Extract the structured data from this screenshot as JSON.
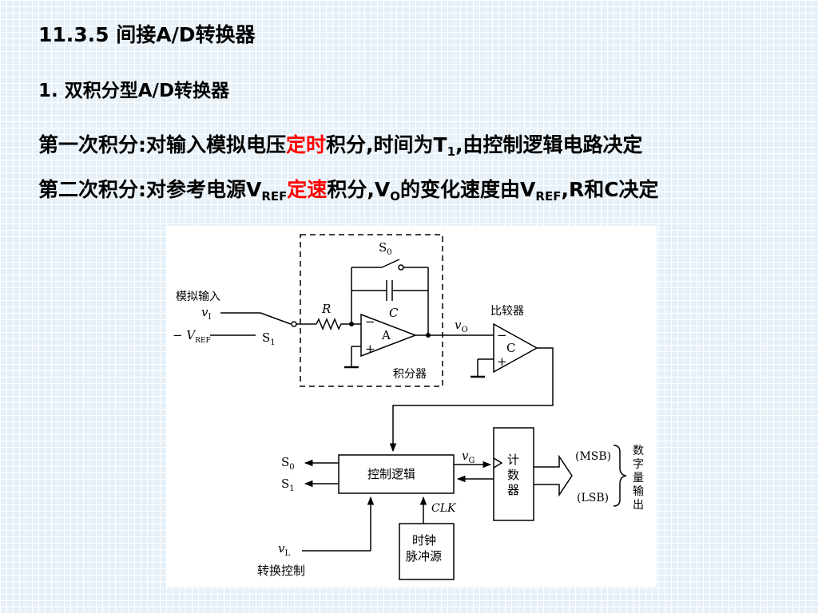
{
  "slide": {
    "section_title": "11.3.5 间接A/D转换器",
    "subtitle": "1. 双积分型A/D转换器",
    "line1": {
      "a": "第一次积分:对输入模拟电压",
      "highlight": "定时",
      "b": "积分,时间为T",
      "b_sub": "1",
      "c": ",由控制逻辑电路决定"
    },
    "line2": {
      "a": "第二次积分:对参考电源V",
      "a_sub": "REF",
      "highlight": "定速",
      "b": "积分,V",
      "b_sub": "O",
      "c": "的变化速度由V",
      "c_sub": "REF",
      "d": ",R和C决定"
    },
    "highlight_color": "#ff0000"
  },
  "diagram": {
    "switch_s0": {
      "main": "S",
      "sub": "0"
    },
    "capacitor": "C",
    "analog_input": "模拟输入",
    "vi": {
      "main": "v",
      "sub": "I"
    },
    "vref": {
      "prefix": "− V",
      "sub": "REF"
    },
    "switch_s1": {
      "main": "S",
      "sub": "1"
    },
    "resistor": "R",
    "opamp_minus": "−",
    "opamp_plus": "+",
    "opamp_a": "A",
    "integrator": "积分器",
    "vo": {
      "main": "v",
      "sub": "O"
    },
    "comparator_title": "比较器",
    "comparator_c": "C",
    "control_logic": "控制逻辑",
    "out_s0": {
      "main": "S",
      "sub": "0"
    },
    "out_s1": {
      "main": "S",
      "sub": "1"
    },
    "vg": {
      "main": "v",
      "sub": "G"
    },
    "counter": [
      "计",
      "数",
      "器"
    ],
    "msb": "(MSB)",
    "lsb": "(LSB)",
    "digital_output": [
      "数",
      "字",
      "量",
      "输",
      "出"
    ],
    "clk": "CLK",
    "clock": [
      "时钟",
      "脉冲源"
    ],
    "vl": {
      "main": "v",
      "sub": "L"
    },
    "conversion_control": "转换控制"
  }
}
